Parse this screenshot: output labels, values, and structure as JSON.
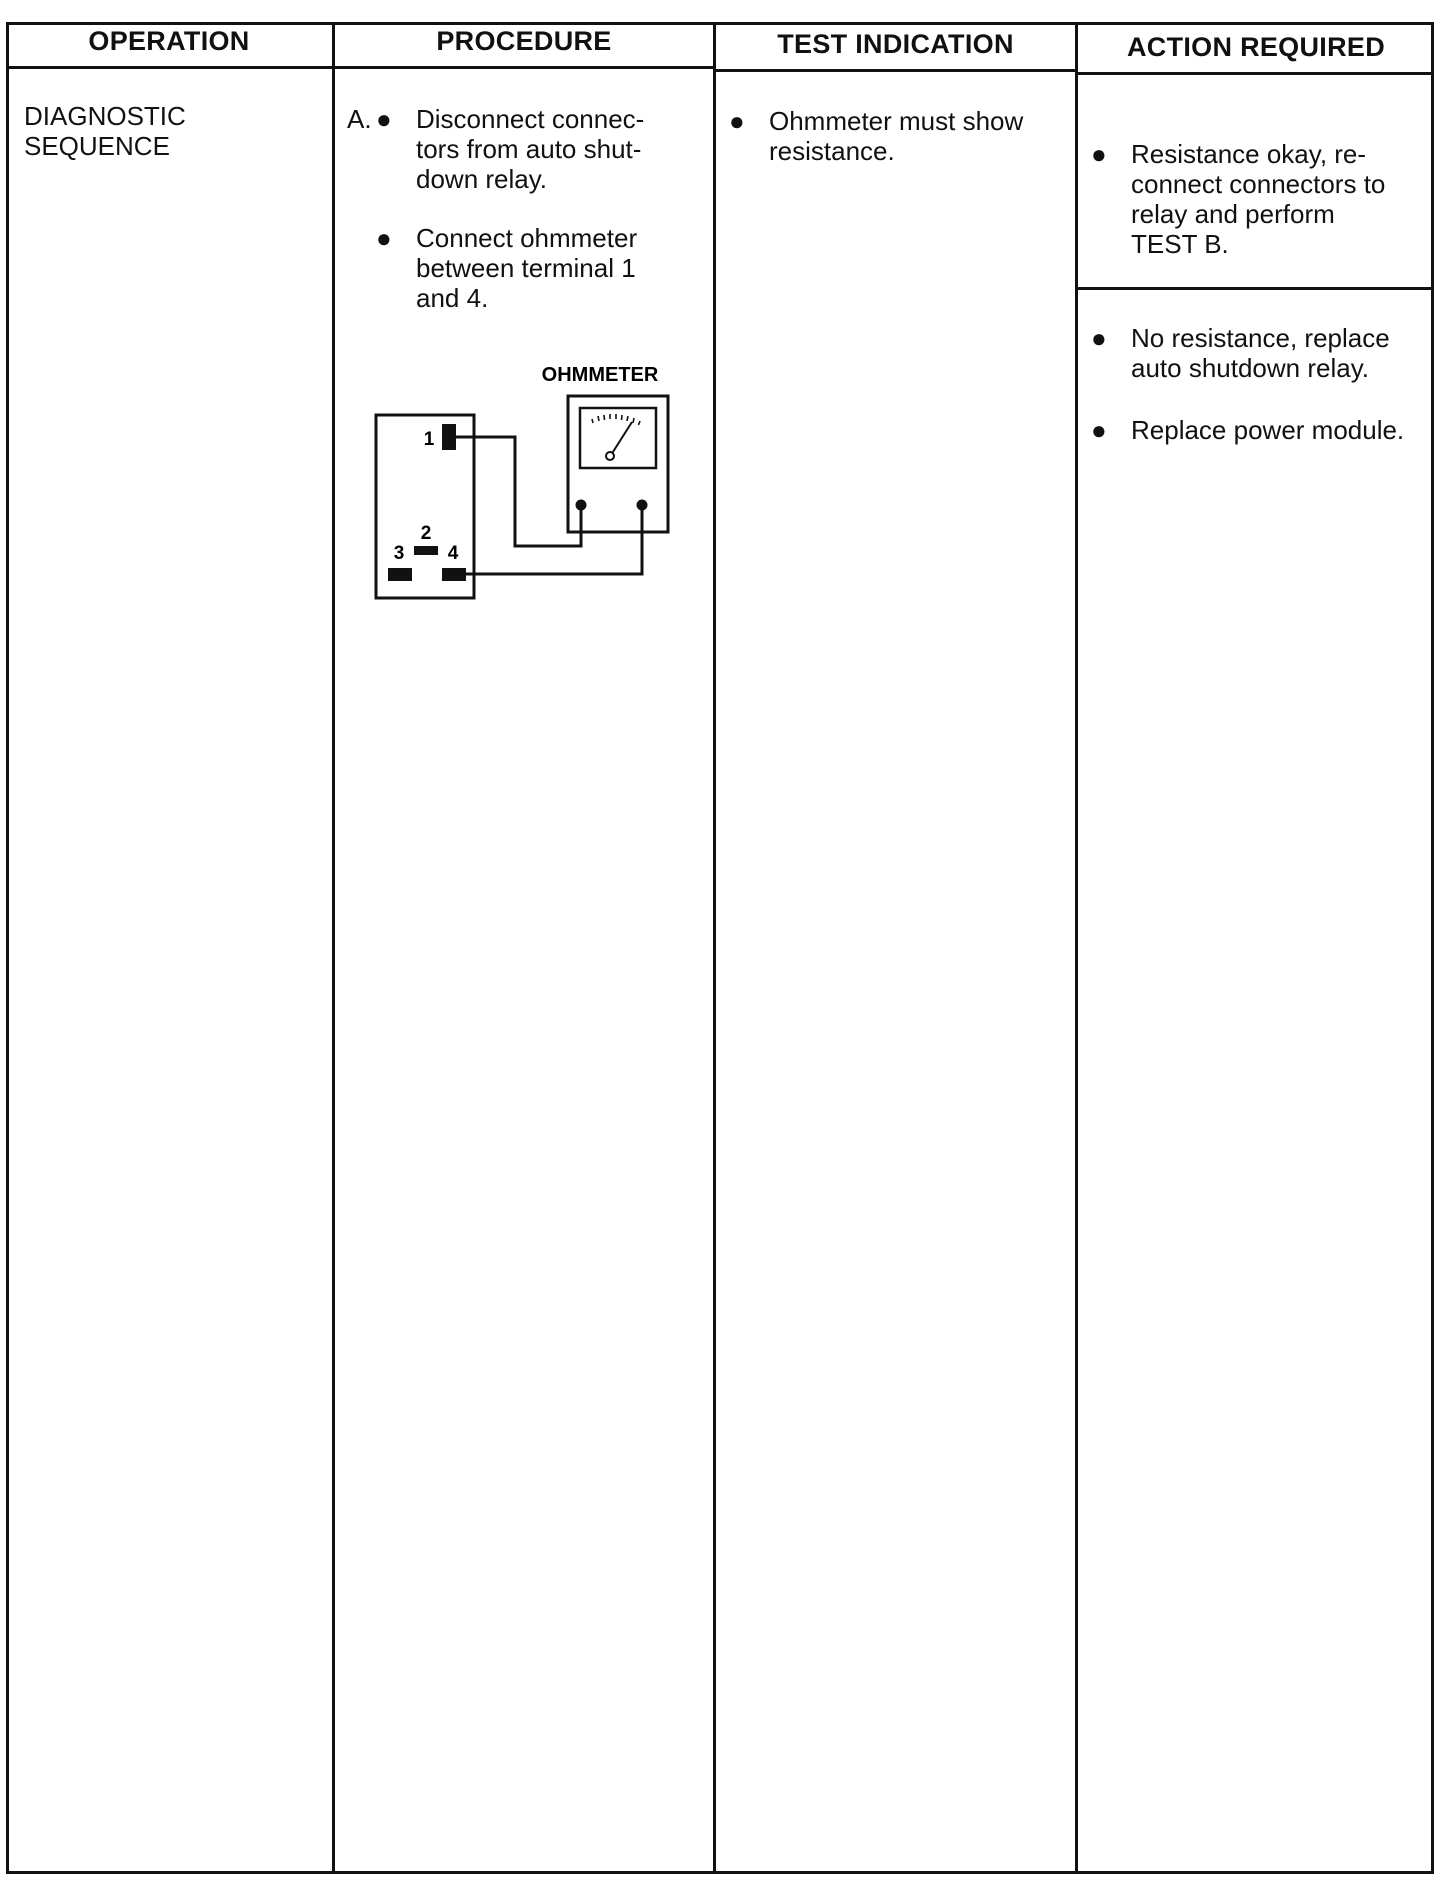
{
  "headers": {
    "operation": "OPERATION",
    "procedure": "PROCEDURE",
    "test_indication": "TEST INDICATION",
    "action_required": "ACTION REQUIRED"
  },
  "operation": {
    "line1": "DIAGNOSTIC",
    "line2": "SEQUENCE"
  },
  "procedure": {
    "step_label": "A.",
    "bullet1": "Disconnect connec-\ntors from auto shut-\ndown relay.",
    "bullet2": "Connect ohmmeter\nbetween terminal 1\nand 4."
  },
  "diagram": {
    "meter_label": "OHMMETER",
    "terminal_1": "1",
    "terminal_2": "2",
    "terminal_3": "3",
    "terminal_4": "4"
  },
  "test_indication": {
    "bullet1": "Ohmmeter must show\nresistance."
  },
  "action_required": {
    "bullet1": "Resistance okay, re-\nconnect connectors to\nrelay and perform\nTEST B.",
    "bullet2": "No resistance, replace\nauto shutdown relay.",
    "bullet3": "Replace power module."
  },
  "bullet_glyph": "●"
}
